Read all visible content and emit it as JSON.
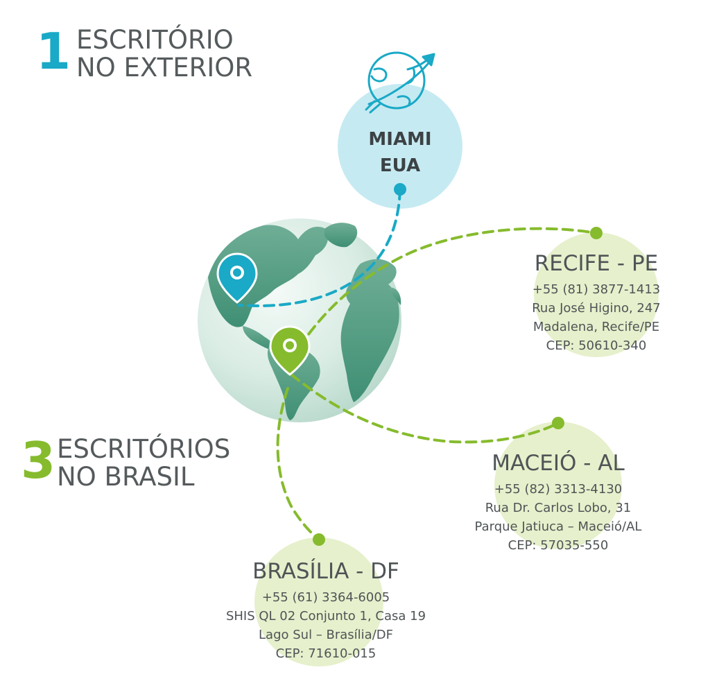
{
  "colors": {
    "blue": "#1aa9c6",
    "blue_circle": "#c6eaf2",
    "green": "#86bb2d",
    "green_circle": "#e6f0cc",
    "text": "#4f5456"
  },
  "abroad": {
    "number": "1",
    "line1": "ESCRITÓRIO",
    "line2": "NO EXTERIOR",
    "office": {
      "line1": "MIAMI",
      "line2": "EUA",
      "icon": "globe-rocket-icon"
    }
  },
  "brazil": {
    "number": "3",
    "line1": "ESCRITÓRIOS",
    "line2": "NO BRASIL"
  },
  "offices": [
    {
      "name": "RECIFE - PE",
      "phone": "+55 (81) 3877-1413",
      "street": "Rua José Higino, 247",
      "district": "Madalena, Recife/PE",
      "cep": "CEP: 50610-340"
    },
    {
      "name": "MACEIÓ - AL",
      "phone": "+55 (82) 3313-4130",
      "street": "Rua Dr. Carlos Lobo, 31",
      "district": "Parque Jatiuca – Maceió/AL",
      "cep": "CEP: 57035-550"
    },
    {
      "name": "BRASÍLIA - DF",
      "phone": "+55 (61) 3364-6005",
      "street": "SHIS QL 02 Conjunto 1, Casa 19",
      "district": "Lago Sul – Brasília/DF",
      "cep": "CEP: 71610-015"
    }
  ],
  "globe": {
    "icon": "earth-globe-icon",
    "pins": [
      "map-pin-usa-icon",
      "map-pin-brazil-icon"
    ]
  }
}
